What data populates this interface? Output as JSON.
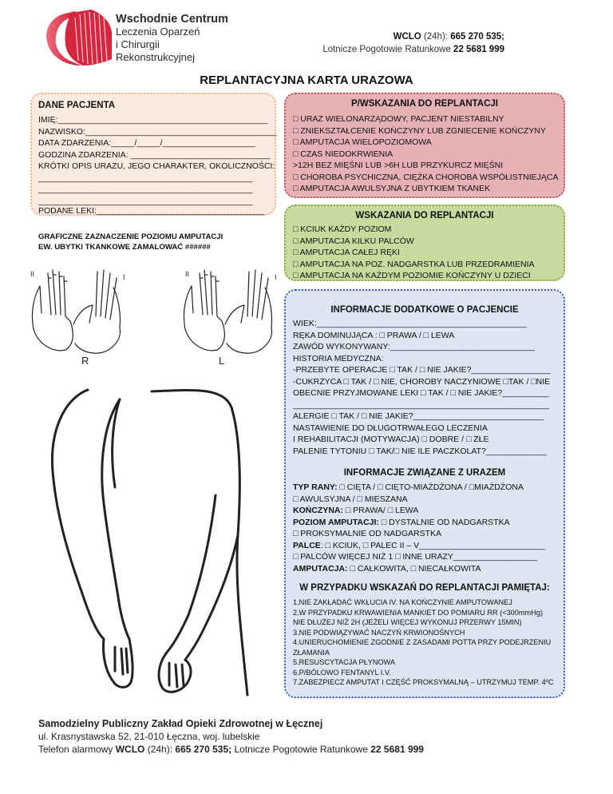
{
  "header": {
    "org_line1": "Wschodnie Centrum",
    "org_line2": "Leczenia Oparzeń",
    "org_line3": "i Chirurgii",
    "org_line4": "Rekonstrukcyjnej",
    "contact_bold1": "WCLO",
    "contact_text1": " (24h): ",
    "contact_phone1": "665 270 535;",
    "contact_text2": "Lotnicze Pogotowie Ratunkowe ",
    "contact_phone2": "22 5681 999",
    "brand_color": "#d6253f"
  },
  "title": "REPLANTACYJNA KARTA URAZOWA",
  "patient": {
    "heading": "DANE PACJENTA",
    "lines": [
      "IMIĘ:_____________________________________________",
      "NAZWISKO:_________________________________________",
      "DATA ZDARZENIA:_____/_____/____________________",
      "GODZINA ZDARZENIA: ______________________________",
      "KRÓTKI OPIS URAZU, JEGO CHARAKTER, OKOLICZNOŚCI:",
      "______________________________________________",
      "______________________________________________",
      "______________________________________________"
    ],
    "drugs": "PODANE LEKI:____________________________________"
  },
  "graphic": {
    "line1": "GRAFICZNE ZAZNACZENIE POZIOMU AMPUTACJI",
    "line2": "EW. UBYTKI TKANKOWE ZAMALOWAĆ   ######",
    "label_right": "R",
    "label_left": "L",
    "label_2a": "II",
    "label_2b": "II",
    "label_1a": "I",
    "label_1b": "I"
  },
  "contra": {
    "heading": "P/WSKAZANIA DO REPLANTACJI",
    "items": [
      "□ URAZ WIELONARZĄDOWY, PACJENT NIESTABILNY",
      "□ ZNIEKSZTAŁCENIE KOŃCZYNY LUB ZGNIECENIE KOŃCZYNY",
      "□ AMPUTACJA WIELOPOZIOMOWA",
      "□ CZAS NIEDOKRWIENIA",
      "   >12H BEZ MIĘŚNI LUB >6H LUB PRZYKURCZ MIĘŚNI",
      "□ CHOROBA PSYCHICZNA, CIĘŻKA CHOROBA WSPÓŁISTNIEJĄCA",
      "□ AMPUTACJA AWULSYJNA Z UBYTKIEM TKANEK"
    ]
  },
  "indic": {
    "heading": "WSKAZANIA DO REPLANTACJI",
    "items": [
      "□ KCIUK KAŻDY POZIOM",
      "□ AMPUTACJA KILKU PALCÓW",
      "□ AMPUTACJA CAŁEJ RĘKI",
      "□ AMPUTACJA NA POZ. NADGARSTKA LUB PRZEDRAMIENIA",
      "□ AMPUTACJA NA KAŻDYM POZIOMIE KOŃCZYNY U DZIECI"
    ]
  },
  "info": {
    "heading": "INFORMACJE DODATKOWE O PACJENCIE",
    "lines": [
      "WIEK:_____________________________________________",
      "RĘKA DOMINUJĄCA :  □  PRAWA / □  LEWA",
      "ZAWÓD WYKONYWANY:_______________________________",
      "HISTORIA MEDYCZNA:",
      "-PRZEBYTE OPERACJE □ TAK / □ NIE JAKIE?_________________",
      "-CUKRZYCA □ TAK / □ NIE, CHOROBY NACZYNIOWE □TAK / □NIE",
      "OBECNIE PRZYJMOWANE LEKI □ TAK / □ NIE  JAKIE?__________",
      "_______________________________________________________",
      "ALERGIE □ TAK / □ NIE JAKIE?____________________________",
      "NASTAWIENIE DO DŁUGOTRWAŁEGO LECZENIA",
      "I REHABILITACJI (MOTYWACJA) □ DOBRE / □ ZŁE",
      "PALENIE TYTONIU □ TAK/□ NIE ILE PACZKOLAT?_____________"
    ]
  },
  "injury": {
    "heading": "INFORMACJE ZWIĄZANE Z URAZEM",
    "type_label": "TYP RANY:",
    "type_text": " □ CIĘTA / □ CIĘTO-MIAŻDŻONA / □MIAŻDŻONA",
    "type_text2": "□ AWULSYJNA / □ MIESZANA",
    "limb_label": "KOŃCZYNA:",
    "limb_text": " □ PRAWA/ □ LEWA",
    "level_label": "POZIOM AMPUTACJI:",
    "level_text": " □ DYSTALNIE OD NADGARSTKA",
    "level_text2": "□ PROKSYMALNIE OD NADGARSTKA",
    "finger_label": "PALCE",
    "finger_text": ": □ KCIUK, □ PALEC II – V___________________________",
    "finger_text2": "□ PALCÓW WIĘCEJ NIŻ 1  □ INNE URAZY__________________",
    "amp_label": "AMPUTACJA:",
    "amp_text": " □ CAŁKOWITA, □ NIECAŁKOWITA"
  },
  "remember": {
    "heading": "W PRZYPADKU WSKAZAŃ DO REPLANTACJI PAMIĘTAJ:",
    "items": [
      "1.NIE ZAKŁADAĆ WKŁUCIA IV. NA KOŃCZYNIE AMPUTOWANEJ",
      "2.W PRZYPADKU KRWAWIENIA MANKIET DO POMIARU RR (<300mmHg)",
      "  NIE DŁUŻEJ NIŻ 2H (JEŻELI WIĘCEJ WYKONUJ PRZERWY 15MIN)",
      "3.NIE PODWIĄZYWAĆ NACZYŃ KRWIONOŚNYCH",
      "4.UNIERUCHOMIENIE ZGODNIE Z ZASADAMI POTTA PRZY PODEJRZENIU",
      "ZŁAMANIA",
      "5.RESUSCYTACJA PŁYNOWA",
      "6.P/BÓLOWO FENTANYL I.V.",
      "7.ZABEZPIECZ AMPUTAT I CZĘŚĆ PROKSYMALNĄ – UTRZYMUJ TEMP. 4ºC"
    ]
  },
  "footer": {
    "line1": "Samodzielny Publiczny Zakład Opieki Zdrowotnej w Łęcznej",
    "line2": "ul. Krasnystawska 52, 21-010 Łęczna, woj. lubelskie",
    "line3_a": "Telefon alarmowy ",
    "line3_b": "WCLO",
    "line3_c": " (24h): ",
    "line3_d": "665 270 535;",
    "line3_e": " Lotnicze Pogotowie Ratunkowe ",
    "line3_f": "22 5681 999"
  }
}
